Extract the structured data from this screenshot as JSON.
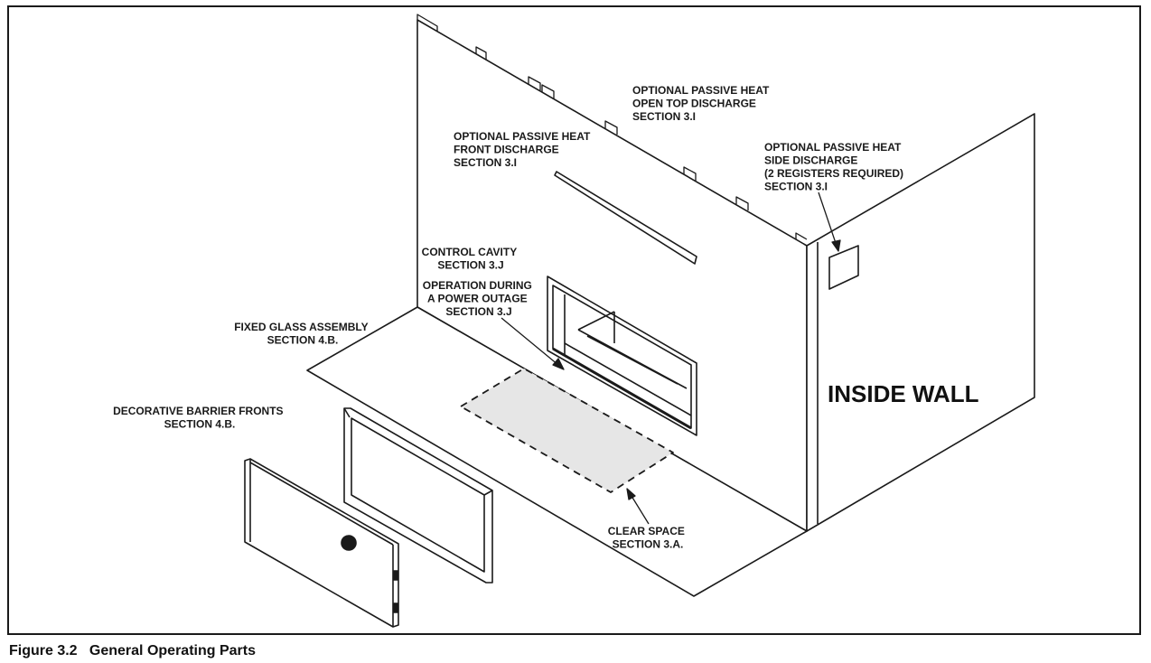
{
  "labels": {
    "open_top": [
      "OPTIONAL PASSIVE HEAT",
      "OPEN TOP DISCHARGE",
      "SECTION 3.I"
    ],
    "front_discharge": [
      "OPTIONAL PASSIVE HEAT",
      "FRONT DISCHARGE",
      "SECTION 3.I"
    ],
    "side_discharge": [
      "OPTIONAL PASSIVE HEAT",
      "SIDE DISCHARGE",
      "(2 REGISTERS REQUIRED)",
      "SECTION 3.I"
    ],
    "control_cavity": [
      "CONTROL CAVITY",
      "SECTION 3.J"
    ],
    "power_outage": [
      "OPERATION DURING",
      "A POWER OUTAGE",
      "SECTION 3.J"
    ],
    "fixed_glass": [
      "FIXED GLASS ASSEMBLY",
      "SECTION 4.B."
    ],
    "barrier_fronts": [
      "DECORATIVE BARRIER FRONTS",
      "SECTION 4.B."
    ],
    "clear_space": [
      "CLEAR SPACE",
      "SECTION 3.A."
    ],
    "inside_wall": "INSIDE WALL"
  },
  "caption": "Figure 3.2   General Operating Parts",
  "colors": {
    "line": "#1a1a1a",
    "clear_space_fill": "#e6e6e6"
  }
}
